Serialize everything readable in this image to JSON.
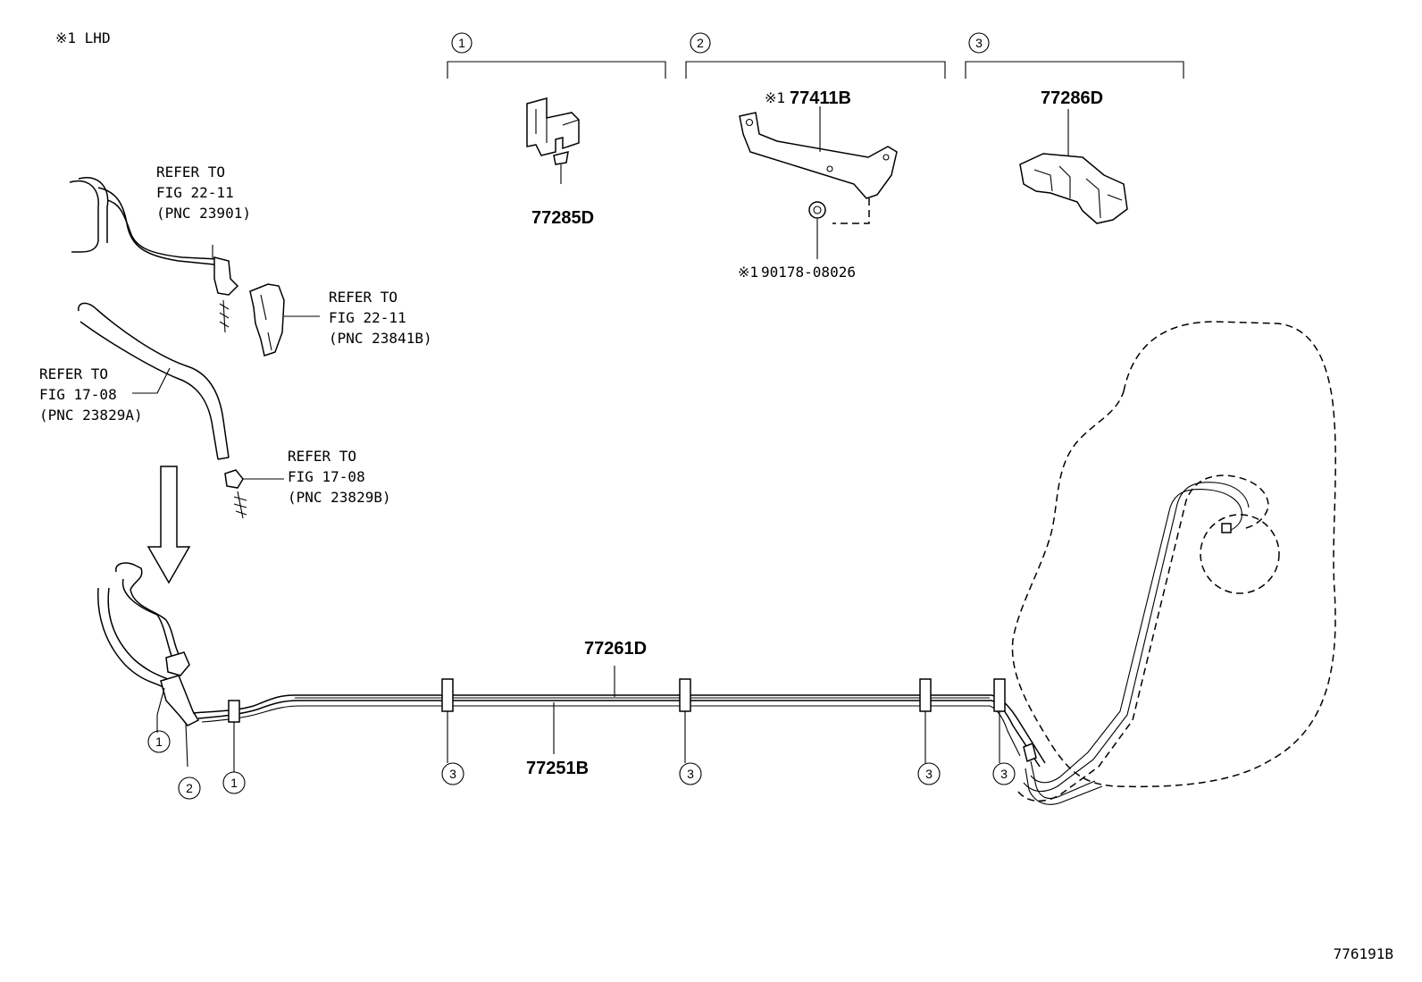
{
  "note": "※1 LHD",
  "figure_code": "776191B",
  "groups": [
    {
      "num": "1",
      "part": "77285D"
    },
    {
      "num": "2",
      "part": "77411B",
      "part_prefix": "※1",
      "sub_part": "90178-08026",
      "sub_prefix": "※1"
    },
    {
      "num": "3",
      "part": "77286D"
    }
  ],
  "refs": [
    {
      "line1": "REFER TO",
      "line2": "FIG 22-11",
      "line3": "(PNC 23901)"
    },
    {
      "line1": "REFER TO",
      "line2": "FIG 22-11",
      "line3": "(PNC 23841B)"
    },
    {
      "line1": "REFER TO",
      "line2": "FIG 17-08",
      "line3": "(PNC 23829A)"
    },
    {
      "line1": "REFER TO",
      "line2": "FIG 17-08",
      "line3": "(PNC 23829B)"
    }
  ],
  "main_parts": {
    "upper_line": "77261D",
    "lower_line": "77251B"
  },
  "callouts": [
    "1",
    "2",
    "1",
    "3",
    "3",
    "3",
    "3"
  ]
}
